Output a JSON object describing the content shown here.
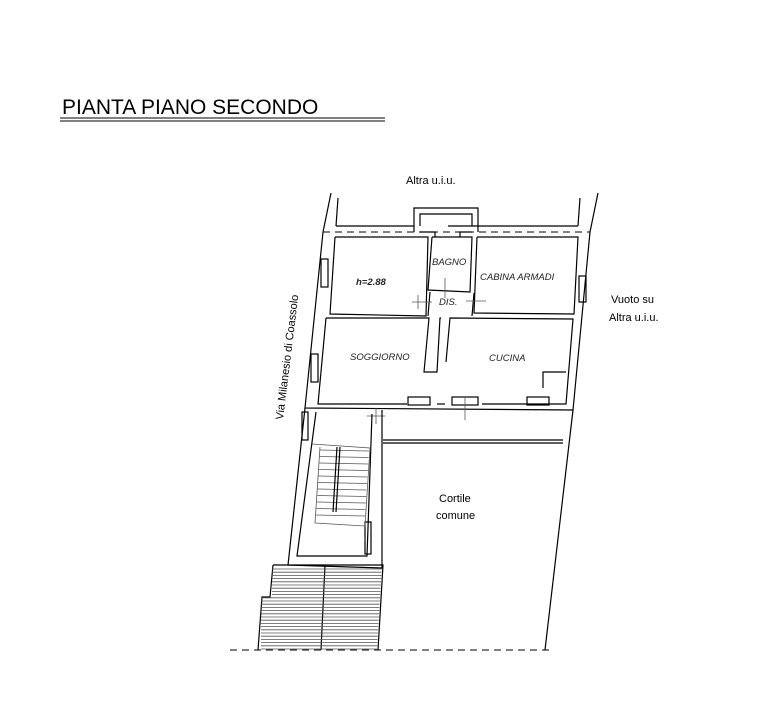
{
  "title": "PIANTA PIANO SECONDO",
  "labels": {
    "top_neighbor": "Altra u.i.u.",
    "right_void_line1": "Vuoto su",
    "right_void_line2": "Altra u.i.u.",
    "street": "Via Milanesio di Coassolo",
    "courtyard_line1": "Cortile",
    "courtyard_line2": "comune"
  },
  "rooms": {
    "height": "h=2.88",
    "bathroom": "BAGNO",
    "walk_in_closet": "CABINA ARMADI",
    "hallway": "DIS.",
    "living_room": "SOGGIORNO",
    "kitchen": "CUCINA"
  }
}
